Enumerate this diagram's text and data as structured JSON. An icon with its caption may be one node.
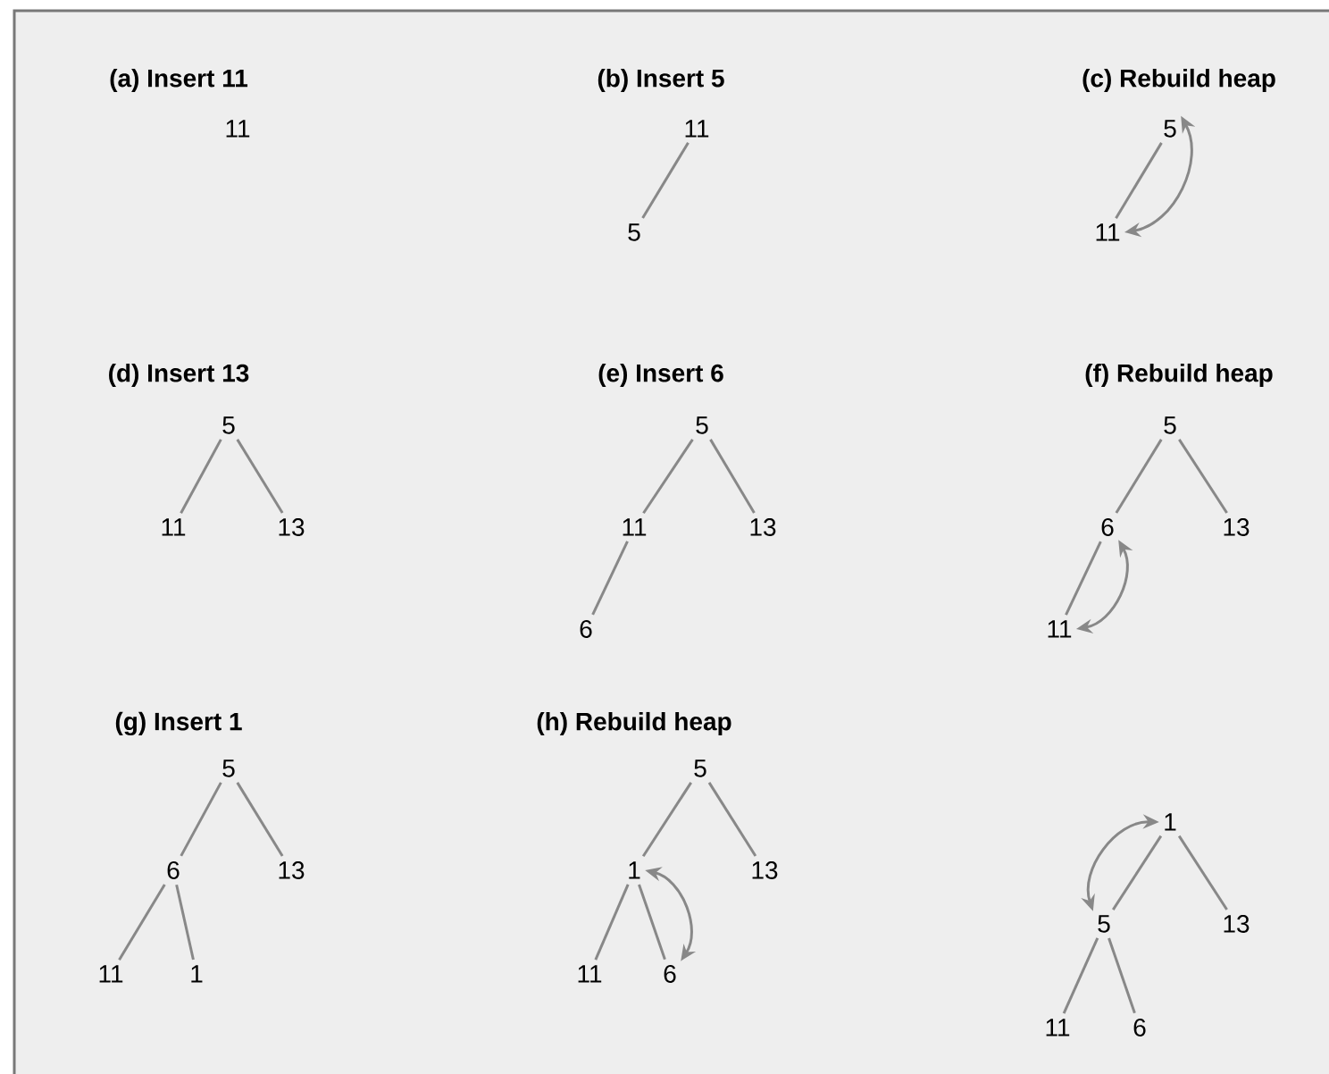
{
  "diagram": {
    "nodes": [
      {
        "text": [
          "11"
        ]
      },
      {
        "text": [
          "11"
        ]
      },
      {
        "text": [
          "5"
        ]
      },
      {
        "text": [
          "5"
        ]
      },
      {
        "text": [
          "11"
        ]
      },
      {
        "text": [
          "5"
        ]
      },
      {
        "text": [
          "11"
        ]
      },
      {
        "text": [
          "13"
        ]
      },
      {
        "text": [
          "5"
        ]
      },
      {
        "text": [
          "11"
        ]
      },
      {
        "text": [
          "13"
        ]
      },
      {
        "text": [
          "6"
        ]
      },
      {
        "text": [
          "5"
        ]
      },
      {
        "text": [
          "6"
        ]
      },
      {
        "text": [
          "13"
        ]
      },
      {
        "text": [
          "11"
        ]
      },
      {
        "text": [
          "5"
        ]
      },
      {
        "text": [
          "6"
        ]
      },
      {
        "text": [
          "13"
        ]
      },
      {
        "text": [
          "11"
        ]
      },
      {
        "text": [
          "1"
        ]
      },
      {
        "text": [
          "5"
        ]
      },
      {
        "text": [
          "1"
        ]
      },
      {
        "text": [
          "13"
        ]
      },
      {
        "text": [
          "11"
        ]
      },
      {
        "text": [
          "6"
        ]
      },
      {
        "text": [
          "1"
        ]
      },
      {
        "text": [
          "5"
        ]
      },
      {
        "text": [
          "13"
        ]
      },
      {
        "text": [
          "11"
        ]
      },
      {
        "text": [
          "6"
        ]
      }
    ],
    "edges": [
      {
        "from": 1,
        "to": 2,
        "arrow": "none"
      },
      {
        "from": 3,
        "to": 4,
        "arrow": "none"
      },
      {
        "from": 4,
        "to": 3,
        "arrow": "both"
      },
      {
        "from": 5,
        "to": 6,
        "arrow": "none"
      },
      {
        "from": 5,
        "to": 7,
        "arrow": "none"
      },
      {
        "from": 8,
        "to": 9,
        "arrow": "none"
      },
      {
        "from": 8,
        "to": 10,
        "arrow": "none"
      },
      {
        "from": 9,
        "to": 11,
        "arrow": "none"
      },
      {
        "from": 12,
        "to": 13,
        "arrow": "none"
      },
      {
        "from": 12,
        "to": 14,
        "arrow": "none"
      },
      {
        "from": 13,
        "to": 15,
        "arrow": "none"
      },
      {
        "from": 15,
        "to": 13,
        "arrow": "both"
      },
      {
        "from": 16,
        "to": 17,
        "arrow": "none"
      },
      {
        "from": 16,
        "to": 18,
        "arrow": "none"
      },
      {
        "from": 17,
        "to": 19,
        "arrow": "none"
      },
      {
        "from": 17,
        "to": 20,
        "arrow": "none"
      },
      {
        "from": 21,
        "to": 22,
        "arrow": "none"
      },
      {
        "from": 21,
        "to": 23,
        "arrow": "none"
      },
      {
        "from": 22,
        "to": 24,
        "arrow": "none"
      },
      {
        "from": 22,
        "to": 25,
        "arrow": "none"
      },
      {
        "from": 25,
        "to": 22,
        "arrow": "both"
      },
      {
        "from": 26,
        "to": 27,
        "arrow": "none"
      },
      {
        "from": 26,
        "to": 28,
        "arrow": "none"
      },
      {
        "from": 27,
        "to": 29,
        "arrow": "none"
      },
      {
        "from": 27,
        "to": 30,
        "arrow": "none"
      },
      {
        "from": 27,
        "to": 26,
        "arrow": "both"
      }
    ],
    "labels": [
      "(a) Insert 11",
      "(b) Insert 5",
      "(c) Rebuild heap",
      "(d) Insert 13",
      "(e) Insert 6",
      "(f) Rebuild heap",
      "(g) Insert 1",
      "(h) Rebuild heap"
    ]
  }
}
